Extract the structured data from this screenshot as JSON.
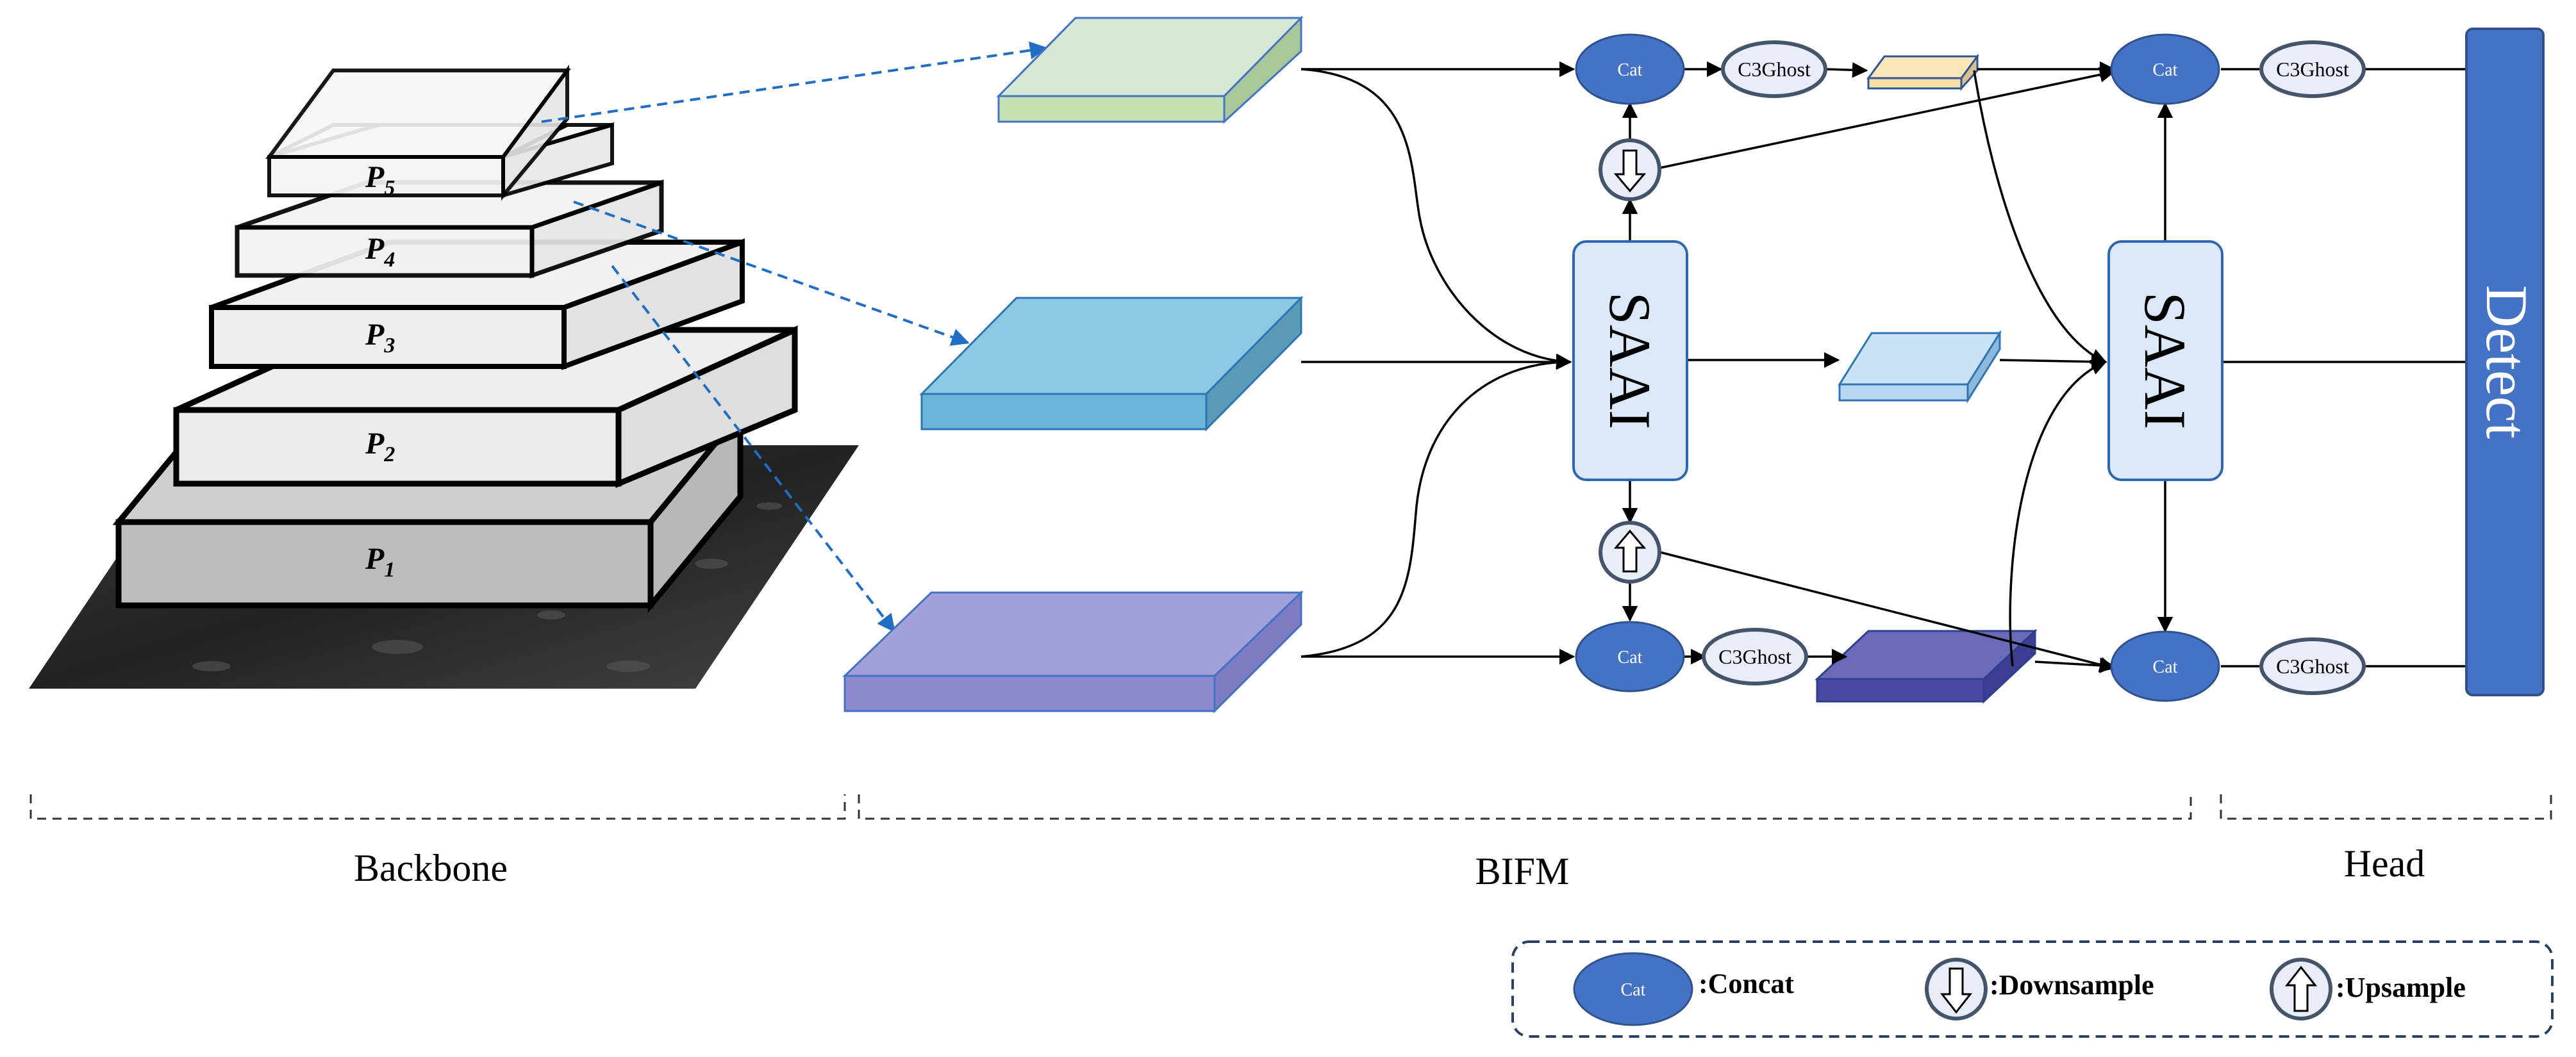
{
  "backbone": {
    "levels": [
      {
        "label": "P",
        "sub": "5"
      },
      {
        "label": "P",
        "sub": "4"
      },
      {
        "label": "P",
        "sub": "3"
      },
      {
        "label": "P",
        "sub": "2"
      },
      {
        "label": "P",
        "sub": "1"
      }
    ]
  },
  "nodes": {
    "cat": "Cat",
    "c3ghost": "C3Ghost",
    "saai": "SAAI",
    "detect": "Detect"
  },
  "sections": {
    "backbone": "Backbone",
    "bifm": "BIFM",
    "head": "Head"
  },
  "legend": {
    "cat_symbol": "Cat",
    "concat": ":Concat",
    "downsample": ":Downsample",
    "upsample": ":Upsample"
  },
  "colors": {
    "node_blue": "#4472C4",
    "saai_fill": "#DAE8F7",
    "c3ghost_fill": "#E8EDF8",
    "c3ghost_stroke": "#44546A",
    "feature_top": "#D5E8D4",
    "feature_mid": "#8DC8E2",
    "feature_bottom": "#A2A0D8",
    "small_top": "#FCE5B6",
    "small_mid": "#C9E2F6",
    "small_bottom": "#5B5BAF",
    "dashed_arrow": "#1F6EC4"
  }
}
